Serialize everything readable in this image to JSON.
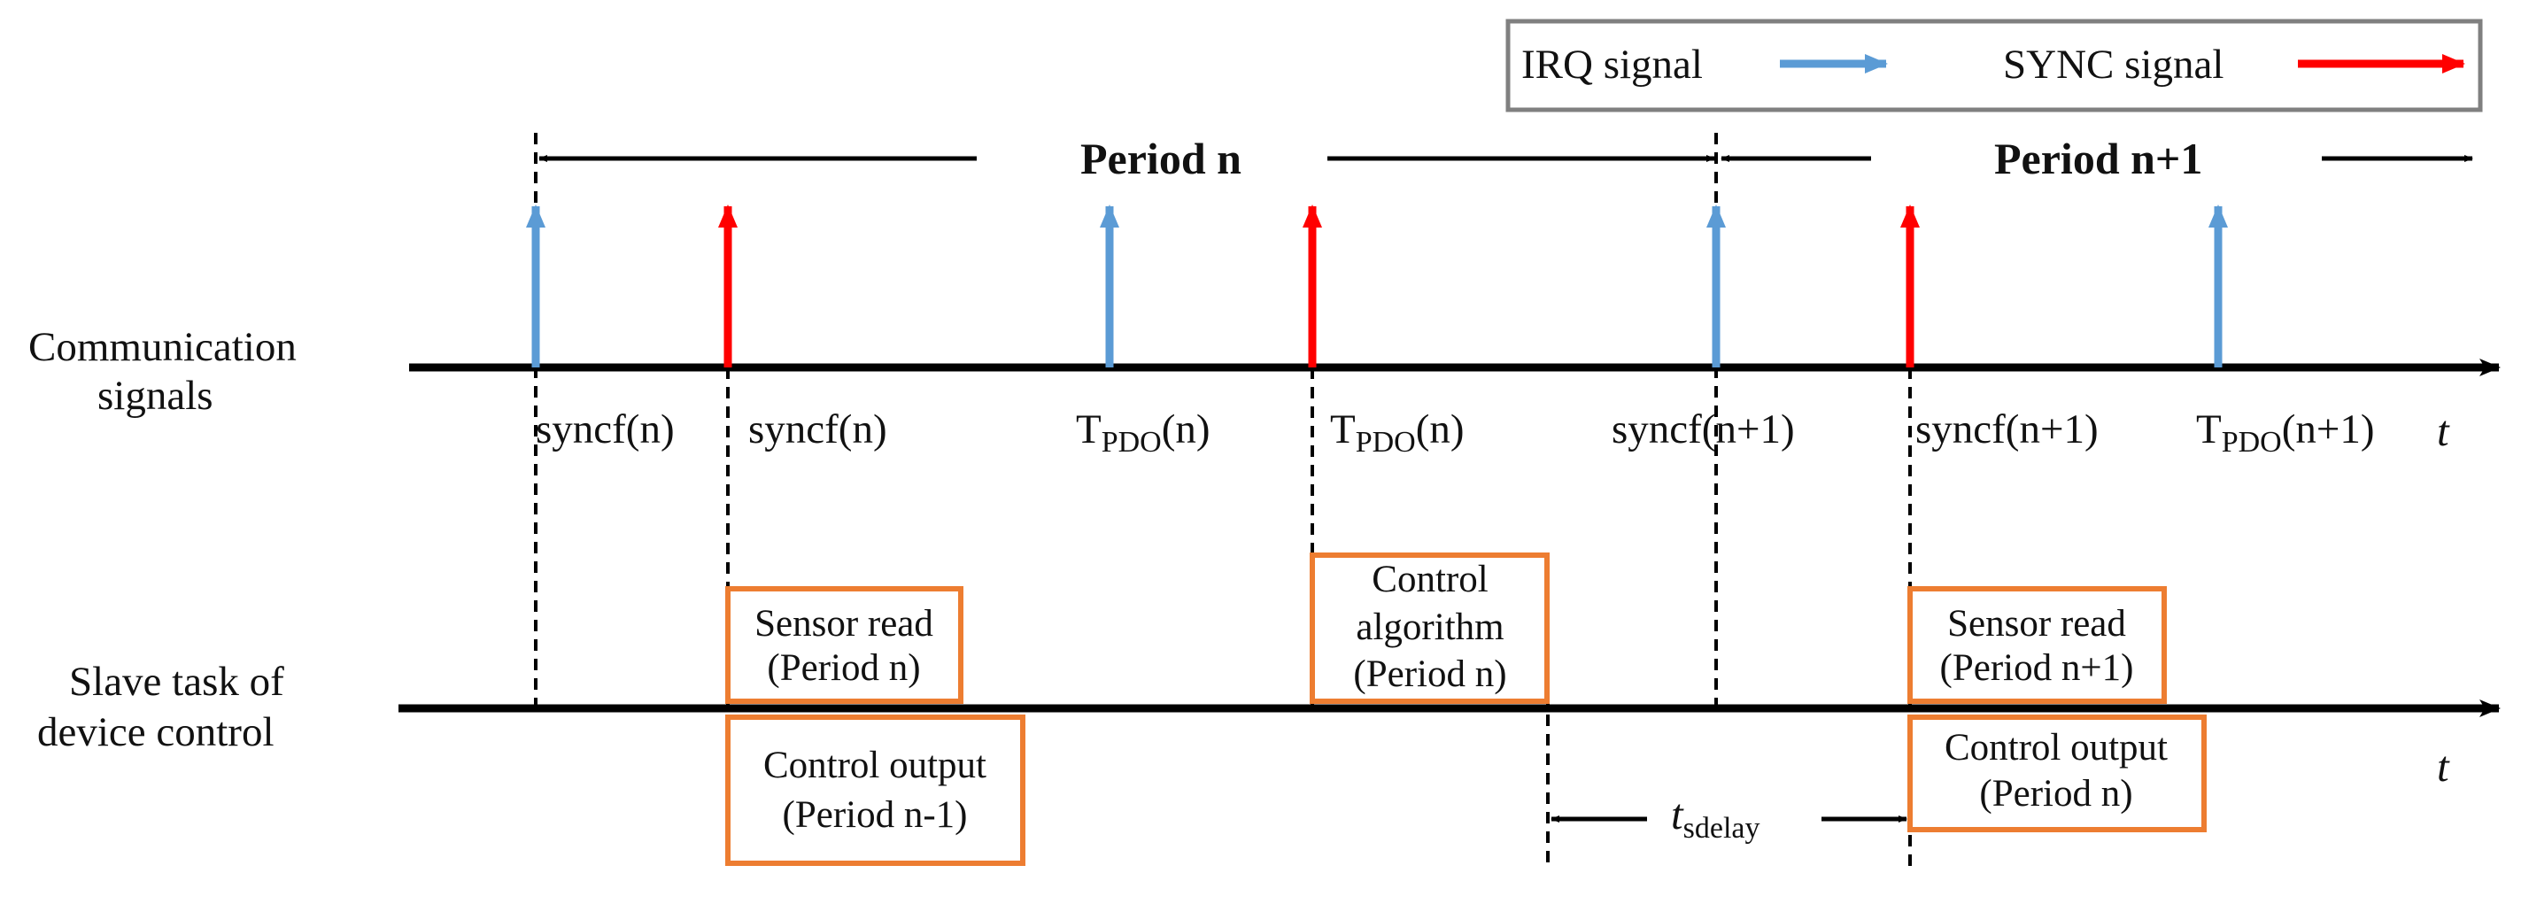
{
  "legend": {
    "irq_label": "IRQ signal",
    "sync_label": "SYNC signal"
  },
  "colors": {
    "irq": "#5b9bd5",
    "sync": "#ff0000",
    "box_border": "#ed7d31",
    "line": "#000000"
  },
  "period_labels": {
    "period_n": "Period n",
    "period_n1": "Period n+1"
  },
  "rows": {
    "communication": [
      "Communication",
      "signals"
    ],
    "slave": [
      "Slave task of",
      "device control"
    ]
  },
  "axis_symbol": "t",
  "signal_labels": [
    {
      "main": "syncf(n)",
      "sub": "",
      "post": ""
    },
    {
      "main": "syncf(n)",
      "sub": "",
      "post": ""
    },
    {
      "main": "T",
      "sub": "PDO",
      "post": "(n)"
    },
    {
      "main": "T",
      "sub": "PDO",
      "post": "(n)"
    },
    {
      "main": "syncf(n+1)",
      "sub": "",
      "post": ""
    },
    {
      "main": "syncf(n+1)",
      "sub": "",
      "post": ""
    },
    {
      "main": "T",
      "sub": "PDO",
      "post": "(n+1)"
    }
  ],
  "task_boxes": {
    "sensor_read_n": [
      "Sensor read",
      "(Period n)"
    ],
    "control_output_n_minus_1": [
      "Control output",
      "(Period n-1)"
    ],
    "control_algorithm_n": [
      "Control",
      "algorithm",
      "(Period n)"
    ],
    "sensor_read_n1": [
      "Sensor read",
      "(Period n+1)"
    ],
    "control_output_n": [
      "Control output",
      "(Period n)"
    ]
  },
  "delay_label": {
    "main": "t",
    "sub": "sdelay"
  }
}
